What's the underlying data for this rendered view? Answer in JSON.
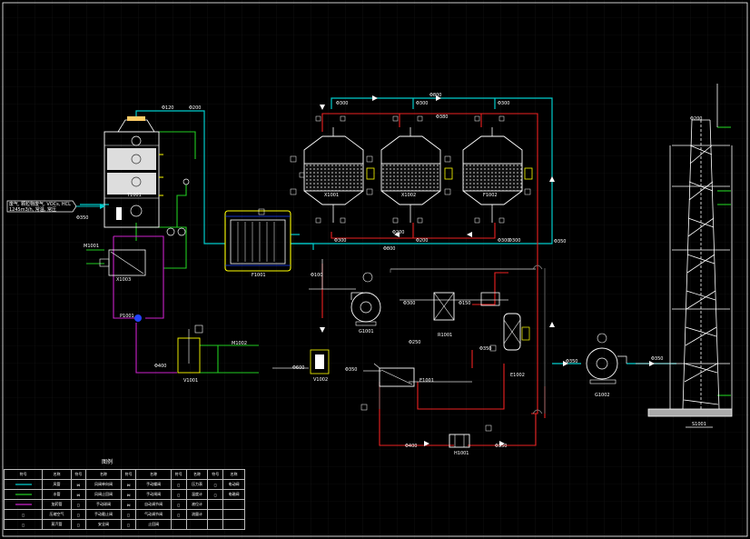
{
  "drawing": {
    "feed_label_1": "废气, 颗粒物废气, VOCs, HCL",
    "feed_label_2": "1245m3/h, 常温, 常压",
    "labels": {
      "d120": "Φ120",
      "d200": "Φ200",
      "d800_a": "Φ800",
      "d300_top": "Φ300",
      "d300_b": "Φ300",
      "d300_c": "Φ300",
      "d380": "Φ380",
      "d300_d": "Φ300",
      "d200_e": "Φ200",
      "d800_stack": "Φ800",
      "d350_inlet": "Φ350",
      "d350_v": "Φ350",
      "d200_line": "Φ200",
      "d100_line": "Φ100",
      "d300_mid": "Φ300",
      "d150_a": "Φ150",
      "d250_b": "Φ250",
      "d350_c": "Φ350",
      "d350_d": "Φ350",
      "d400_a": "Φ400",
      "d300_e": "Φ300",
      "d350_f": "Φ350",
      "d400_b": "Φ400",
      "d350_g": "Φ350",
      "d350_h": "Φ350",
      "d600": "Φ600",
      "d200_top": "Φ200",
      "d300_stack2": "Φ300",
      "x1001": "X1001",
      "x1002": "X1002",
      "x1003": "X1003",
      "f1001": "F1001",
      "f1002": "F1002",
      "g1001": "G1001",
      "g1002": "G1002",
      "t1001": "T1001",
      "r1001": "R1001",
      "e1001": "E1001",
      "e1002": "E1002",
      "h1001": "H1001",
      "m1001": "M1001",
      "m1002": "M1002",
      "p1001": "P1001",
      "s1001": "S1001",
      "v1001": "V1001",
      "v1002": "V1002"
    }
  },
  "legend": {
    "title": "图例",
    "headers": [
      "符号",
      "名称",
      "符号",
      "名称",
      "符号",
      "名称",
      "符号",
      "名称",
      "符号",
      "名称"
    ],
    "rows": [
      [
        "",
        "风管",
        "",
        "风阀单向阀",
        "",
        "手动蝶阀",
        "",
        "压力表",
        "",
        "电动阀"
      ],
      [
        "",
        "水管",
        "",
        "风阀止回阀",
        "",
        "手动闸阀",
        "",
        "温度计",
        "",
        "电磁阀"
      ],
      [
        "",
        "加药管",
        "",
        "手动球阀",
        "",
        "自动调节阀",
        "",
        "液位计",
        "",
        ""
      ],
      [
        "",
        "压缩空气",
        "",
        "手动截止阀",
        "",
        "气动调节阀",
        "",
        "流量计",
        "",
        ""
      ],
      [
        "",
        "蒸汽管",
        "",
        "安全阀",
        "",
        "止回阀",
        "",
        "",
        "",
        ""
      ]
    ]
  },
  "colors": {
    "air_duct": "#00cccc",
    "water": "#22cc22",
    "dosing": "#cc22cc",
    "hot": "#ee2222",
    "white": "#ffffff",
    "grey": "#888888",
    "yellow": "#ffff00"
  }
}
